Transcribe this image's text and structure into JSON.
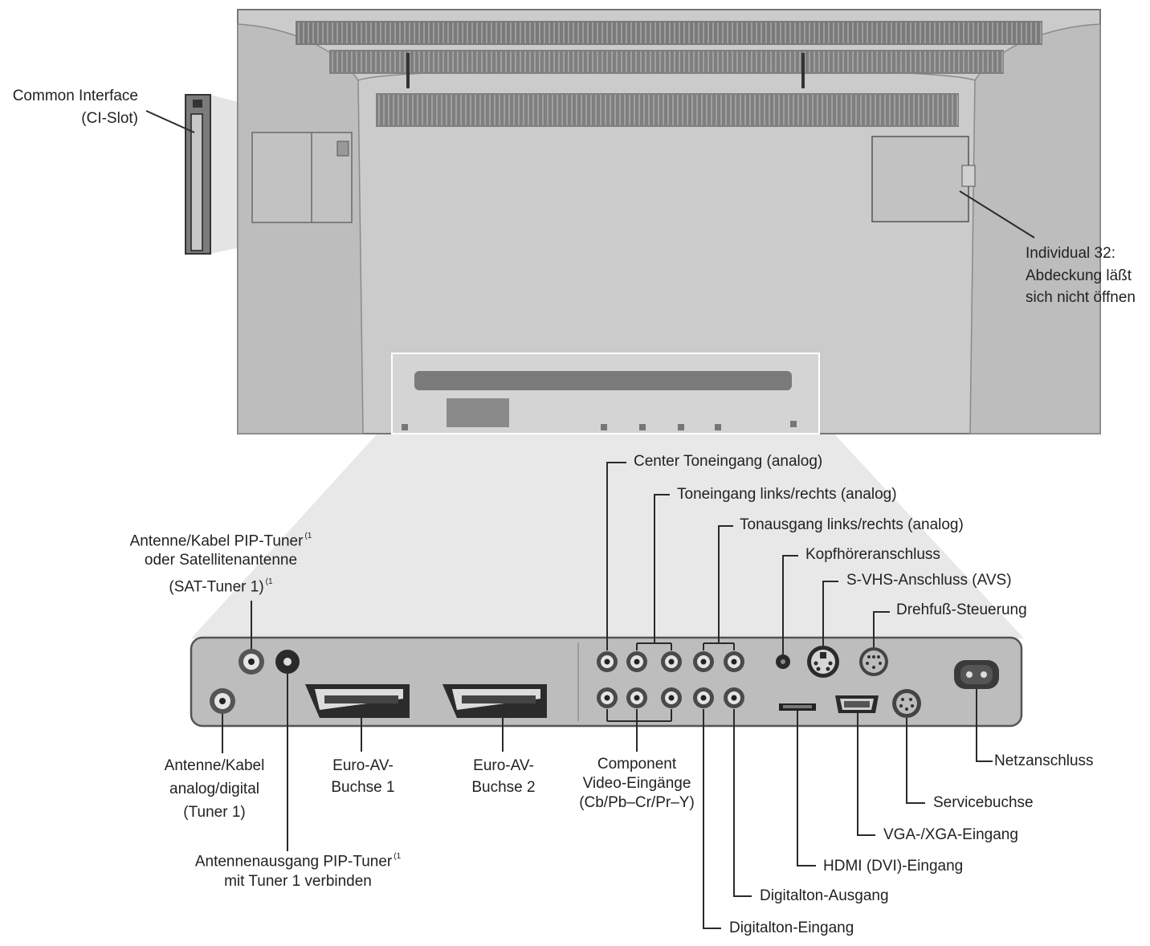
{
  "labels": {
    "ci_line1": "Common Interface",
    "ci_line2": "(CI-Slot)",
    "ind_line1": "Individual 32:",
    "ind_line2": "Abdeckung läßt",
    "ind_line3": "sich nicht öffnen",
    "center_in": "Center Toneingang (analog)",
    "ton_in": "Toneingang links/rechts (analog)",
    "ton_out": "Tonausgang links/rechts (analog)",
    "kopfhoerer": "Kopfhöreranschluss",
    "svhs": "S-VHS-Anschluss (AVS)",
    "drehfuss": "Drehfuß-Steuerung",
    "pip_line1": "Antenne/Kabel PIP-Tuner",
    "pip_line2": "oder Satellitenantenne",
    "pip_line3": "(SAT-Tuner 1)",
    "footnote_mark": "(1",
    "ant_line1": "Antenne/Kabel",
    "ant_line2": "analog/digital",
    "ant_line3": "(Tuner 1)",
    "euro1_line1": "Euro-AV-",
    "euro1_line2": "Buchse 1",
    "euro2_line1": "Euro-AV-",
    "euro2_line2": "Buchse 2",
    "comp_line1": "Component",
    "comp_line2": "Video-Eingänge",
    "comp_line3": "(Cb/Pb–Cr/Pr–Y)",
    "antout_line1": "Antennenausgang PIP-Tuner",
    "antout_line2": "mit Tuner 1 verbinden",
    "netz": "Netzanschluss",
    "service": "Servicebuchse",
    "vga": "VGA-/XGA-Eingang",
    "hdmi": "HDMI (DVI)-Eingang",
    "dig_out": "Digitalton-Ausgang",
    "dig_in": "Digitalton-Eingang"
  },
  "colors": {
    "tv_body": "#c9c9c9",
    "tv_edge": "#8a8a8a",
    "panel": "#bcbcbc",
    "panel_edge": "#555555",
    "zoom_fill": "#e6e6e6",
    "line": "#2a2a2a"
  }
}
